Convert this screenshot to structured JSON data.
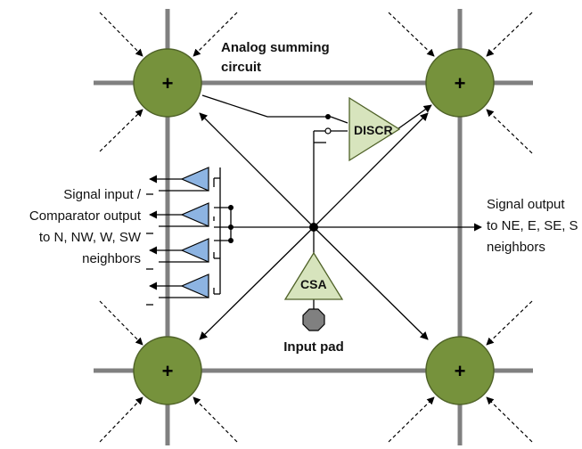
{
  "labels": {
    "summing_line1": "Analog summing",
    "summing_line2": "circuit",
    "discr": "DISCR",
    "csa": "CSA",
    "input_pad": "Input pad",
    "left_line1": "Signal input /",
    "left_line2": "Comparator output",
    "left_line3": "to N, NW, W, SW",
    "left_line4": "neighbors",
    "right_line1": "Signal output",
    "right_line2": "to NE, E, SE, S",
    "right_line3": "neighbors",
    "plus": "+"
  },
  "colors": {
    "summing_node": "#76923C",
    "summing_node_stroke": "#4F6228",
    "grid_line": "#808080",
    "discr_fill": "#D7E4BD",
    "csa_fill": "#D7E4BD",
    "buffer_fill": "#8DB4E2",
    "input_pad_fill": "#808080",
    "wire": "#000000"
  }
}
